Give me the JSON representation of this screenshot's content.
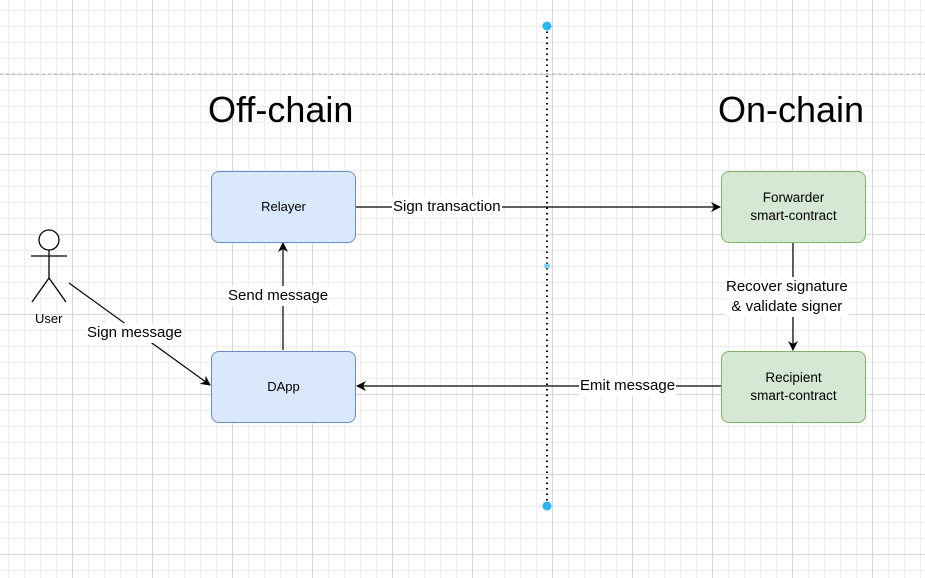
{
  "sections": {
    "left_title": "Off-chain",
    "right_title": "On-chain"
  },
  "actor": {
    "label": "User"
  },
  "nodes": {
    "relayer": "Relayer",
    "dapp": "DApp",
    "forwarder": "Forwarder\nsmart-contract",
    "recipient": "Recipient\nsmart-contract"
  },
  "edges": {
    "sign_message": "Sign message",
    "send_message": "Send message",
    "sign_transaction": "Sign transaction",
    "recover_signature": "Recover signature\n& validate signer",
    "emit_message": "Emit message"
  },
  "colors": {
    "offchain_fill": "#dae8fc",
    "offchain_stroke": "#6c8ebf",
    "onchain_fill": "#d5e8d4",
    "onchain_stroke": "#82b366",
    "divider_handle": "#29b6f2"
  }
}
